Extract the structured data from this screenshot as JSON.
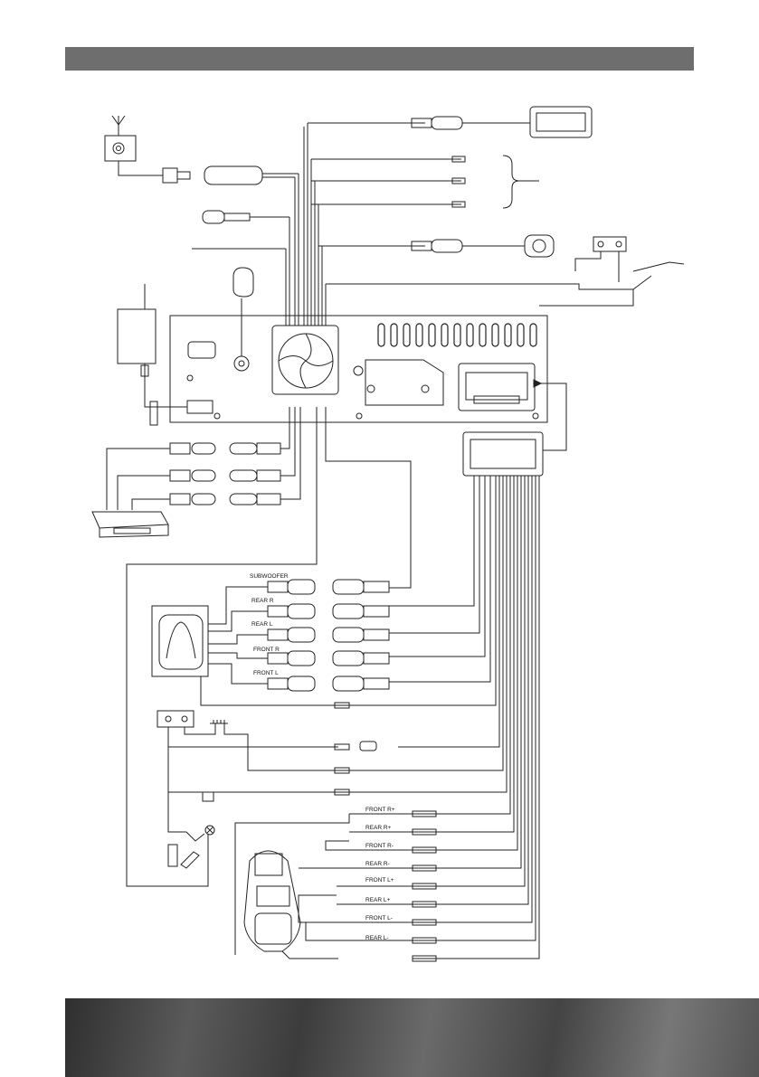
{
  "labels": {
    "subwoofer": "SUBWOOFER",
    "rear_r": "REAR R",
    "rear_l": "REAR L",
    "front_r": "FRONT R",
    "front_l": "FRONT L"
  },
  "speaker_labels": [
    {
      "id": "front-r-plus",
      "text": "FRONT R+"
    },
    {
      "id": "rear-r-plus",
      "text": "REAR R+"
    },
    {
      "id": "front-r-minus",
      "text": "FRONT R-"
    },
    {
      "id": "rear-r-minus",
      "text": "REAR R-"
    },
    {
      "id": "front-l-plus",
      "text": "FRONT L+"
    },
    {
      "id": "rear-l-plus",
      "text": "REAR L+"
    },
    {
      "id": "front-l-minus",
      "text": "FRONT L-"
    },
    {
      "id": "rear-l-minus",
      "text": "REAR L-"
    }
  ],
  "colors": {
    "header_bar": "#6e6e6e",
    "line": "#222222",
    "footer": "#4a4a4a"
  }
}
